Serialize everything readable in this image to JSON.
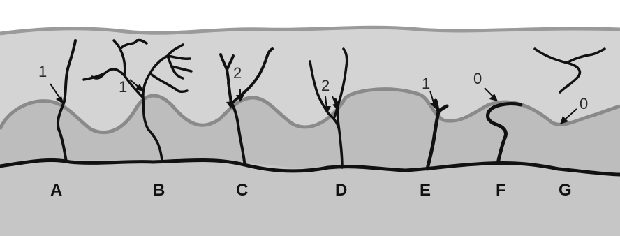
{
  "sites": [
    {
      "id": "A",
      "count": "1"
    },
    {
      "id": "B",
      "count": "1"
    },
    {
      "id": "C",
      "count": "2"
    },
    {
      "id": "D",
      "count": "2"
    },
    {
      "id": "E",
      "count": "1"
    },
    {
      "id": "F",
      "count": "0"
    },
    {
      "id": "G",
      "count": "0"
    }
  ],
  "colors": {
    "outer_layer": "#d4d4d4",
    "middle_layer": "#bdbdbd",
    "lower_region": "#c6c6c6",
    "boundary_line": "#8a8a8a",
    "axon_ink": "#111111"
  }
}
